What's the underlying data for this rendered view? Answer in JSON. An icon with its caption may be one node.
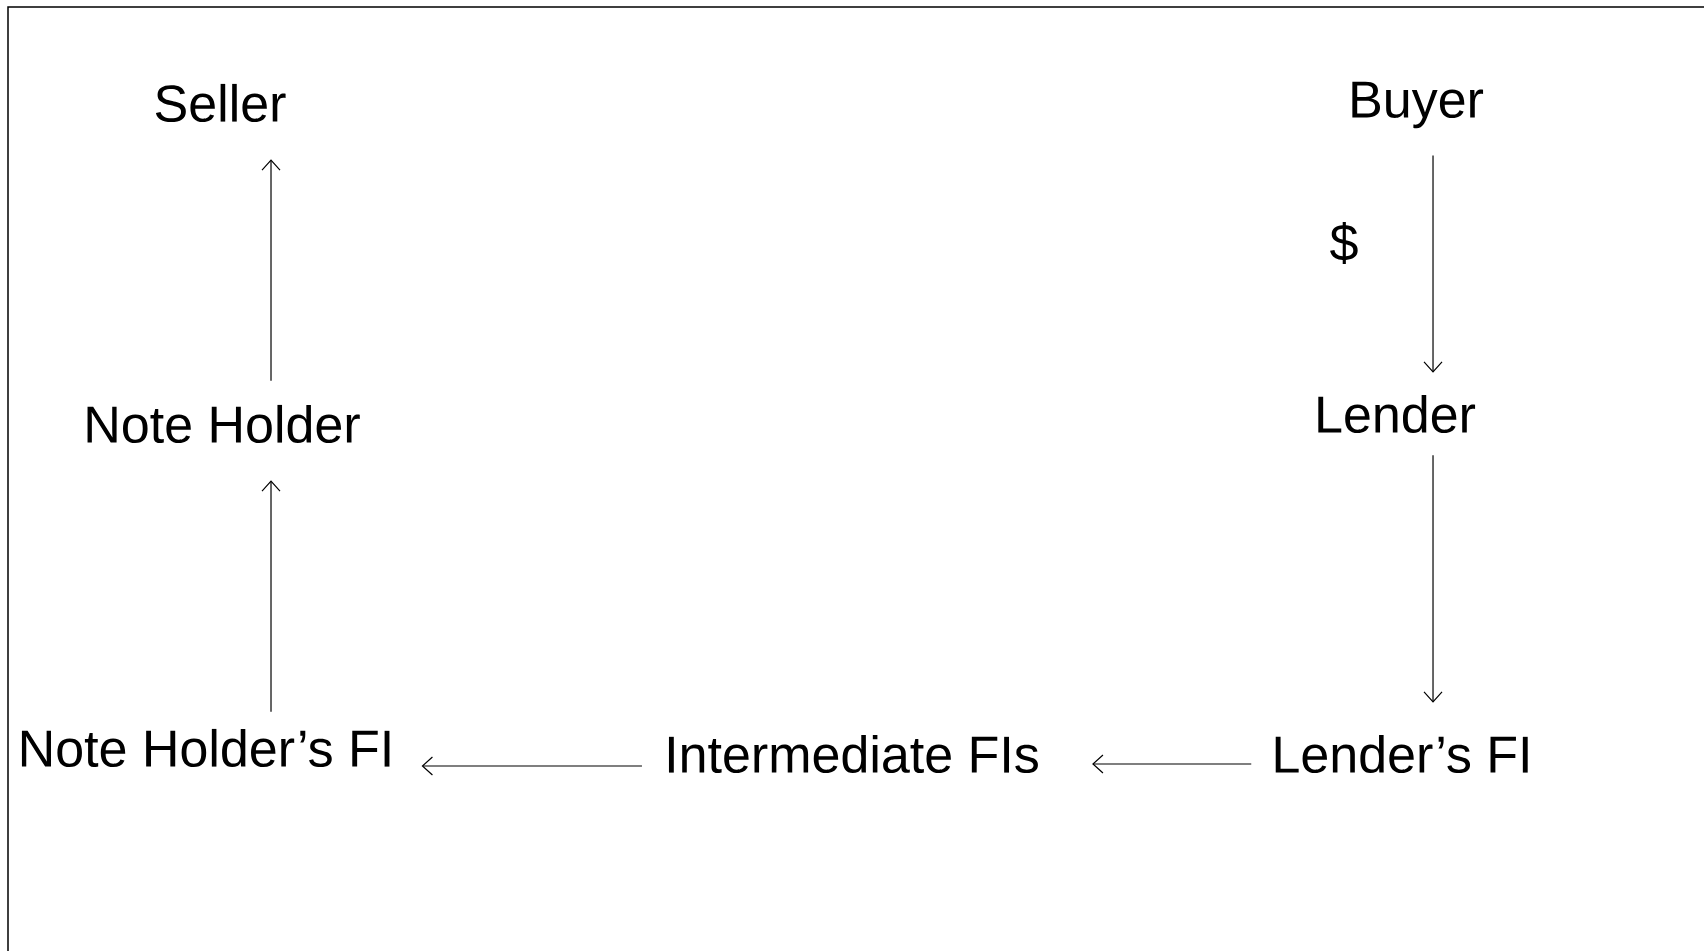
{
  "diagram": {
    "nodes": [
      {
        "text": [
          "Seller"
        ]
      },
      {
        "text": [
          "Buyer"
        ]
      },
      {
        "text": [
          "Lender"
        ]
      },
      {
        "text": [
          "Note Holder"
        ]
      },
      {
        "text": [
          "Note Holder’s FI"
        ]
      },
      {
        "text": [
          "Intermediate FIs"
        ]
      },
      {
        "text": [
          "Lender’s FI"
        ]
      }
    ],
    "edges": [
      {
        "from": 1,
        "to": 2,
        "arrow": "to",
        "label": "$"
      },
      {
        "from": 2,
        "to": 6,
        "arrow": "to"
      },
      {
        "from": 6,
        "to": 5,
        "arrow": "to"
      },
      {
        "from": 5,
        "to": 4,
        "arrow": "to"
      },
      {
        "from": 4,
        "to": 3,
        "arrow": "to"
      },
      {
        "from": 3,
        "to": 0,
        "arrow": "to"
      }
    ]
  }
}
